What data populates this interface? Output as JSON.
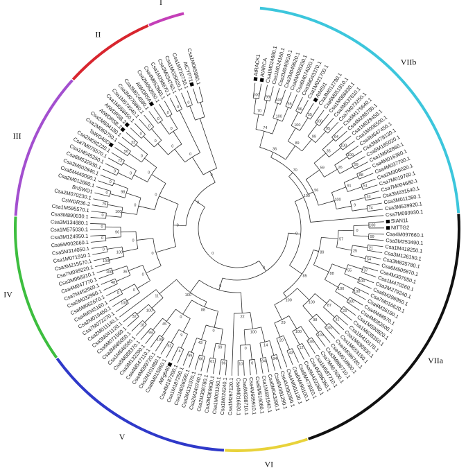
{
  "clades": [
    {
      "id": "I",
      "label": "I",
      "color": "#c43fb8"
    },
    {
      "id": "II",
      "label": "II",
      "color": "#d8252e"
    },
    {
      "id": "III",
      "label": "III",
      "color": "#a34fcf"
    },
    {
      "id": "IV",
      "label": "IV",
      "color": "#3dbe3f"
    },
    {
      "id": "V",
      "label": "V",
      "color": "#2f39c9"
    },
    {
      "id": "VI",
      "label": "VI",
      "color": "#e8d23a"
    },
    {
      "id": "VIIa",
      "label": "VIIa",
      "color": "#111111"
    },
    {
      "id": "VIIb",
      "label": "VIIb",
      "color": "#3cc6dc"
    }
  ],
  "leaves": [
    {
      "name": "AtRACK1",
      "clade": "VIIb",
      "marker": true
    },
    {
      "name": "AtARCA",
      "clade": "VIIb",
      "marker": true
    },
    {
      "name": "Csa1M024680.1",
      "clade": "VIIb"
    },
    {
      "name": "Csa1M024160.1",
      "clade": "VIIb"
    },
    {
      "name": "Csa2M046910.1",
      "clade": "VIIb"
    },
    {
      "name": "Csa2M049620.1",
      "clade": "VIIb"
    },
    {
      "name": "Csa6M006330.1",
      "clade": "VIIb"
    },
    {
      "name": "Csa6M074020.1",
      "clade": "VIIb"
    },
    {
      "name": "Csa3M043370.1",
      "clade": "VIIb"
    },
    {
      "name": "Csa1M021700.1",
      "clade": "VIIb"
    },
    {
      "name": "AtMSI1",
      "clade": "VIIb",
      "marker": true
    },
    {
      "name": "Csa3M012790.1",
      "clade": "VIIb"
    },
    {
      "name": "Csa6M051910.1",
      "clade": "VIIb"
    },
    {
      "name": "Csa1M066830.1",
      "clade": "VIIb"
    },
    {
      "name": "Csa3M537610.1",
      "clade": "VIIb"
    },
    {
      "name": "Csa7M073250.1",
      "clade": "VIIb"
    },
    {
      "name": "Csa5M175640.1",
      "clade": "VIIb"
    },
    {
      "name": "Csa4M286780.1",
      "clade": "VIIb"
    },
    {
      "name": "Csa1M029450.1",
      "clade": "VIIb"
    },
    {
      "name": "Csa1M006500.1",
      "clade": "VIIb"
    },
    {
      "name": "Csa3M647450.1",
      "clade": "VIIb"
    },
    {
      "name": "Csa3M478130.1",
      "clade": "VIIb"
    },
    {
      "name": "Csa5M185020.1",
      "clade": "VIIb"
    },
    {
      "name": "Csa1M662860.1",
      "clade": "VIIb"
    },
    {
      "name": "Csa4M016360.1",
      "clade": "VIIb"
    },
    {
      "name": "Csa4M037700.1",
      "clade": "VIIb"
    },
    {
      "name": "Csa2M306020.1",
      "clade": "VIIb"
    },
    {
      "name": "Csa7M019760.1",
      "clade": "VIIb"
    },
    {
      "name": "Csa7M004680.1",
      "clade": "VIIb"
    },
    {
      "name": "Csa3M031540.1",
      "clade": "VIIb"
    },
    {
      "name": "Csa3M011350.1",
      "clade": "VIIb"
    },
    {
      "name": "Csa3M539920.1",
      "clade": "VIIb"
    },
    {
      "name": "Csa7M093930.1",
      "clade": "VIIb"
    },
    {
      "name": "SIAN11",
      "clade": "VIIa",
      "marker": true
    },
    {
      "name": "NtTTG2",
      "clade": "VIIa",
      "marker": true
    },
    {
      "name": "Csa4M097660.1",
      "clade": "VIIa"
    },
    {
      "name": "Csa3M253490.1",
      "clade": "VIIa"
    },
    {
      "name": "Csa1M418250.1",
      "clade": "VIIa"
    },
    {
      "name": "Csa3M126150.1",
      "clade": "VIIa"
    },
    {
      "name": "Csa3M835780.1",
      "clade": "VIIa"
    },
    {
      "name": "Csa6M505870.1",
      "clade": "VIIa"
    },
    {
      "name": "Csa4M307950.1",
      "clade": "VIIa"
    },
    {
      "name": "Csa1M470260.1",
      "clade": "VIIa"
    },
    {
      "name": "Csa2M279240.1",
      "clade": "VIIa"
    },
    {
      "name": "Csa6M296950.1",
      "clade": "VIIa"
    },
    {
      "name": "Csa7M016620.1",
      "clade": "VIIa"
    },
    {
      "name": "Csa6M36180.1",
      "clade": "VIIa"
    },
    {
      "name": "Csa4M48970.1",
      "clade": "VIIa"
    },
    {
      "name": "Csa4M083500.1",
      "clade": "VIIa"
    },
    {
      "name": "Csa1M590920.1",
      "clade": "VIIa"
    },
    {
      "name": "Csa1M638350.1",
      "clade": "VIIa"
    },
    {
      "name": "Csa1M410170.1",
      "clade": "VIIa"
    },
    {
      "name": "Csa1M690930.1",
      "clade": "VIIa"
    },
    {
      "name": "Csa1M653150.1",
      "clade": "VIIa"
    },
    {
      "name": "Csa4M086780.1",
      "clade": "VIIa"
    },
    {
      "name": "Csa4M518890.1",
      "clade": "VIIa"
    },
    {
      "name": "Csa3M886710.1",
      "clade": "VIIa"
    },
    {
      "name": "Csa7M467690.1",
      "clade": "VIIa"
    },
    {
      "name": "Csa1M587710.1",
      "clade": "VIIa"
    },
    {
      "name": "Csa4M386360.1",
      "clade": "VIIa"
    },
    {
      "name": "Csa6M422280.1",
      "clade": "VIIa"
    },
    {
      "name": "Csa6M473020.1",
      "clade": "VIIa"
    },
    {
      "name": "Csa6M490100.1",
      "clade": "VIIa"
    },
    {
      "name": "Csa4M001130.1",
      "clade": "VIIa"
    },
    {
      "name": "Csa4M390380.1",
      "clade": "VI"
    },
    {
      "name": "Csa6M381290.1",
      "clade": "VI"
    },
    {
      "name": "Csa6M043090.1",
      "clade": "VI"
    },
    {
      "name": "Csa1M591940.1",
      "clade": "VI"
    },
    {
      "name": "Csa6M516080.1",
      "clade": "VI"
    },
    {
      "name": "Csa4M665910.1",
      "clade": "VI"
    },
    {
      "name": "Csa6M338710.1",
      "clade": "VI"
    },
    {
      "name": "Csa4M016620.1",
      "clade": "VI"
    },
    {
      "name": "Csa1M267120.1",
      "clade": "VI"
    },
    {
      "name": "Csa1M024240.1",
      "clade": "V"
    },
    {
      "name": "Csa1M001250.1",
      "clade": "V"
    },
    {
      "name": "Csa2M369830.1",
      "clade": "V"
    },
    {
      "name": "Csa2M358780.1",
      "clade": "V"
    },
    {
      "name": "Csa2M340740.1",
      "clade": "V"
    },
    {
      "name": "Csa3M131970.1",
      "clade": "V"
    },
    {
      "name": "Csa1M056590.1",
      "clade": "V"
    },
    {
      "name": "Csa1M187250.1",
      "clade": "V"
    },
    {
      "name": "Csa4M187290.1",
      "clade": "V"
    },
    {
      "name": "AtFgb40",
      "clade": "V",
      "marker": true
    },
    {
      "name": "Csa6M015850.1",
      "clade": "V"
    },
    {
      "name": "Csa2M101980.1",
      "clade": "V"
    },
    {
      "name": "Csa4M099720.1",
      "clade": "V"
    },
    {
      "name": "Csa4M547110.1",
      "clade": "V"
    },
    {
      "name": "Csa3M132290.1",
      "clade": "V"
    },
    {
      "name": "Csa5M088370.1",
      "clade": "V"
    },
    {
      "name": "Csa1M646580.1",
      "clade": "V"
    },
    {
      "name": "Csa3M585050.1",
      "clade": "V"
    },
    {
      "name": "Csa6M071560.1",
      "clade": "V"
    },
    {
      "name": "Csa3M041120.1",
      "clade": "V"
    },
    {
      "name": "Csa2M011140.1",
      "clade": "V"
    },
    {
      "name": "Csa7M072270.1",
      "clade": "IV"
    },
    {
      "name": "Csa2M019450.1",
      "clade": "IV"
    },
    {
      "name": "Csa4M045160.1",
      "clade": "IV"
    },
    {
      "name": "Csa6M062670.1",
      "clade": "IV"
    },
    {
      "name": "Csa5M032960.1",
      "clade": "IV"
    },
    {
      "name": "Csa7M452560.1",
      "clade": "IV"
    },
    {
      "name": "Csa4M047770.1",
      "clade": "IV"
    },
    {
      "name": "Csa3M068310.1",
      "clade": "IV"
    },
    {
      "name": "Csa7M039220.1",
      "clade": "IV"
    },
    {
      "name": "Csa3M215570.1",
      "clade": "IV"
    },
    {
      "name": "Csa1M071910.1",
      "clade": "IV"
    },
    {
      "name": "Csa5M314050.1",
      "clade": "IV"
    },
    {
      "name": "Csa6M002660.1",
      "clade": "IV"
    },
    {
      "name": "Csa3M124950.1",
      "clade": "IV"
    },
    {
      "name": "Csa1M575030.1",
      "clade": "IV"
    },
    {
      "name": "Csa3M134680.1",
      "clade": "IV"
    },
    {
      "name": "Csa3M890030.1",
      "clade": "III"
    },
    {
      "name": "Csa1M595570.1",
      "clade": "III"
    },
    {
      "name": "CsWDR36-2",
      "clade": "III"
    },
    {
      "name": "Csa2M070230.1",
      "clade": "III"
    },
    {
      "name": "BnSWD1",
      "clade": "III"
    },
    {
      "name": "Csa2M012680.1",
      "clade": "III"
    },
    {
      "name": "Csa5M440090.1",
      "clade": "III"
    },
    {
      "name": "Csa3M002840.1",
      "clade": "III"
    },
    {
      "name": "Csa6M532930.1",
      "clade": "III"
    },
    {
      "name": "Csa1M045350.1",
      "clade": "III"
    },
    {
      "name": "Csa7M075570.1",
      "clade": "III"
    },
    {
      "name": "Csa2M092220.1",
      "clade": "III"
    },
    {
      "name": "TaWD40D",
      "clade": "III",
      "marker": true
    },
    {
      "name": "Csa2M060750.1",
      "clade": "III"
    },
    {
      "name": "Csa2M694180.1",
      "clade": "III"
    },
    {
      "name": "AtWDR5B.2",
      "clade": "III",
      "marker": true
    },
    {
      "name": "AtWDR5B.2",
      "clade": "II",
      "marker": true
    },
    {
      "name": "Csa1M058450.1",
      "clade": "II"
    },
    {
      "name": "Csa1M574940.1",
      "clade": "II"
    },
    {
      "name": "Csa3M076880.1",
      "clade": "II"
    },
    {
      "name": "Csa3M024580.1",
      "clade": "II"
    },
    {
      "name": "AtWDR5A",
      "clade": "II",
      "marker": true
    },
    {
      "name": "Csa2M062650.1",
      "clade": "II"
    },
    {
      "name": "Csa4M652860.1",
      "clade": "II"
    },
    {
      "name": "Csa1M298670.1",
      "clade": "II"
    },
    {
      "name": "Csa3M034760.1",
      "clade": "II"
    },
    {
      "name": "Csa1M025620.1",
      "clade": "I"
    },
    {
      "name": "Csa1M710730.1",
      "clade": "I"
    },
    {
      "name": "AtCYP71",
      "clade": "I",
      "marker": true
    },
    {
      "name": "Csa1M065880.1",
      "clade": "I"
    }
  ],
  "bootstrap": [
    "100",
    "99",
    "100",
    "56",
    "96",
    "55",
    "100",
    "95",
    "64",
    "100",
    "100",
    "99",
    "88",
    "51",
    "33",
    "74",
    "70",
    "100",
    "100",
    "99",
    "35",
    "26",
    "91",
    "9",
    "74",
    "89",
    "59",
    "100",
    "36",
    "56",
    "70",
    "100",
    "100",
    "99",
    "21",
    "54",
    "37",
    "100",
    "100",
    "100",
    "23",
    "31",
    "100",
    "100",
    "100",
    "12",
    "43",
    "0",
    "25",
    "55",
    "100",
    "87",
    "98",
    "100",
    "20",
    "57",
    "88",
    "100",
    "29",
    "89",
    "100",
    "85",
    "84",
    "94",
    "0",
    "10",
    "14",
    "0",
    "100",
    "22",
    "96",
    "61",
    "66",
    "99",
    "4",
    "52",
    "100",
    "99",
    "18",
    "32",
    "99",
    "43",
    "9",
    "45",
    "100",
    "0",
    "0",
    "11",
    "88",
    "100",
    "100",
    "0",
    "48",
    "100",
    "100",
    "0",
    "0",
    "0",
    "0",
    "36",
    "100",
    "96",
    "0",
    "0",
    "0",
    "0",
    "75",
    "0",
    "0",
    "0",
    "72",
    "56",
    "33",
    "100",
    "98",
    "0",
    "0",
    "0",
    "0",
    "0",
    "0",
    "0",
    "0",
    "0",
    "0",
    "0",
    "0",
    "0",
    "0",
    "0"
  ],
  "internal_labels": [
    "0",
    "0",
    "0",
    "0",
    "0",
    "0",
    "0",
    "0",
    "0",
    "0",
    "0",
    "0",
    "0",
    "0",
    "0",
    "0",
    "0",
    "0",
    "0",
    "0",
    "0",
    "0",
    "0",
    "0",
    "0",
    "0",
    "0",
    "0"
  ],
  "colors": {
    "branch": "#2a2a2a",
    "leaf_text": "#1a1a1a",
    "background": "#ffffff"
  },
  "glyphs": {
    "marker": "filled-square"
  }
}
